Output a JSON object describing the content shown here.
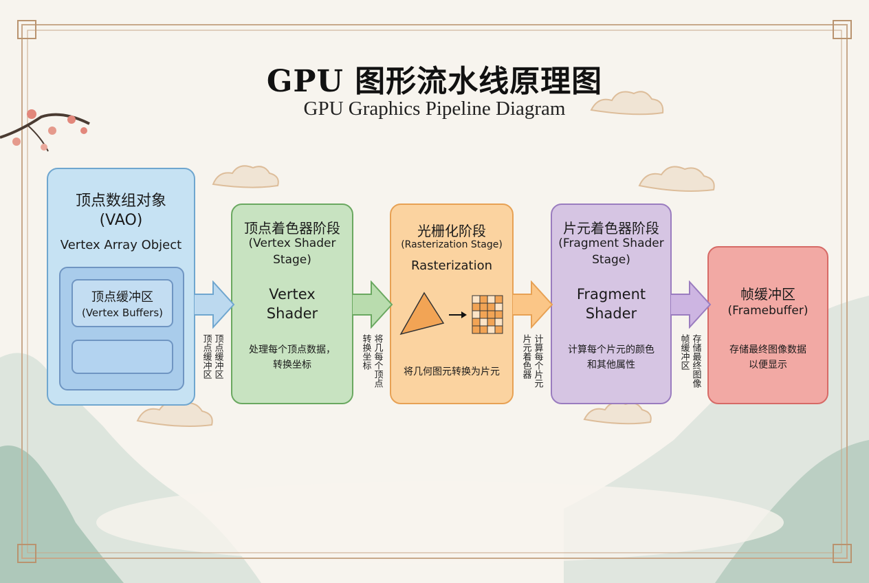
{
  "title": {
    "zh": "GPU 图形流水线原理图",
    "en": "GPU Graphics Pipeline Diagram"
  },
  "vao": {
    "title_zh": "顶点数组对象",
    "title_abbr": "(VAO)",
    "title_en": "Vertex Array Object",
    "buffer_zh": "顶点缓冲区",
    "buffer_en": "(Vertex Buffers)"
  },
  "vertex_shader": {
    "title_zh": "顶点着色器阶段",
    "title_en_1": "(Vertex Shader",
    "title_en_2": "Stage)",
    "name_1": "Vertex",
    "name_2": "Shader",
    "desc_1": "处理每个顶点数据，",
    "desc_2": "转换坐标"
  },
  "rasterization": {
    "title_zh": "光栅化阶段",
    "title_en": "(Rasterization Stage)",
    "name": "Rasterization",
    "desc": "将几何图元转换为片元"
  },
  "fragment_shader": {
    "title_zh": "片元着色器阶段",
    "title_en_1": "(Fragment Shader",
    "title_en_2": "Stage)",
    "name_1": "Fragment",
    "name_2": "Shader",
    "desc_1": "计算每个片元的颜色",
    "desc_2": "和其他属性"
  },
  "framebuffer": {
    "title_zh": "帧缓冲区",
    "title_en": "(Framebuffer)",
    "desc_1": "存储最终图像数据",
    "desc_2": "以便显示"
  },
  "arrow_labels": {
    "a1_col1": "顶点缓冲区",
    "a1_col2": "顶点缓冲区",
    "a2_col1": "转换坐标",
    "a2_col2": "将几每个顶点",
    "a3_col1": "片元着色器",
    "a3_col2": "计算每个片元",
    "a4_col1": "帧缓冲区",
    "a4_col2": "存储最终图像"
  },
  "colors": {
    "vao": "#c6e2f3",
    "vertex_shader": "#c8e3c1",
    "rasterization": "#fbd3a0",
    "fragment_shader": "#d6c5e3",
    "framebuffer": "#f2a9a4"
  }
}
